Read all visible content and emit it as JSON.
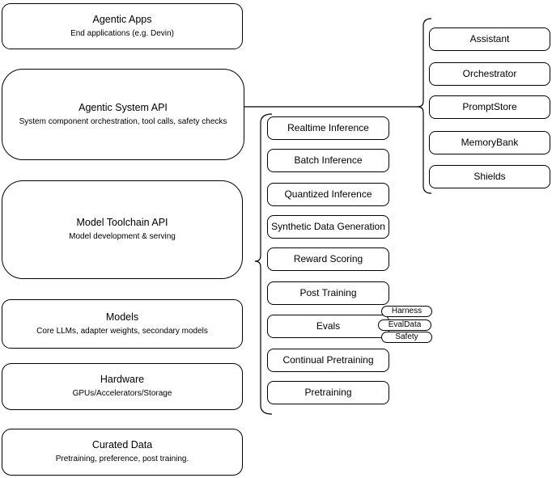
{
  "meta": {
    "stroke_color": "#000000",
    "background_color": "#ffffff",
    "diagram_type": "architecture-stack"
  },
  "left_column": [
    {
      "title": "Agentic Apps",
      "subtitle": "End applications (e.g. Devin)"
    },
    {
      "title": "Agentic System API",
      "subtitle": "System component orchestration, tool calls, safety checks"
    },
    {
      "title": "Model Toolchain API",
      "subtitle": "Model development & serving"
    },
    {
      "title": "Models",
      "subtitle": "Core LLMs, adapter weights, secondary models"
    },
    {
      "title": "Hardware",
      "subtitle": "GPUs/Accelerators/Storage"
    },
    {
      "title": "Curated Data",
      "subtitle": "Pretraining, preference, post training."
    }
  ],
  "middle_column": {
    "items": [
      {
        "label": "Realtime Inference"
      },
      {
        "label": "Batch Inference"
      },
      {
        "label": "Quantized Inference"
      },
      {
        "label": "Synthetic Data Generation"
      },
      {
        "label": "Reward Scoring"
      },
      {
        "label": "Post Training"
      },
      {
        "label": "Evals"
      },
      {
        "label": "Continual Pretraining"
      },
      {
        "label": "Pretraining"
      }
    ]
  },
  "right_column": {
    "items": [
      {
        "label": "Assistant"
      },
      {
        "label": "Orchestrator"
      },
      {
        "label": "PromptStore"
      },
      {
        "label": "MemoryBank"
      },
      {
        "label": "Shields"
      }
    ]
  },
  "eval_pills": [
    {
      "label": "Harness"
    },
    {
      "label": "EvalData"
    },
    {
      "label": "Safety"
    }
  ]
}
